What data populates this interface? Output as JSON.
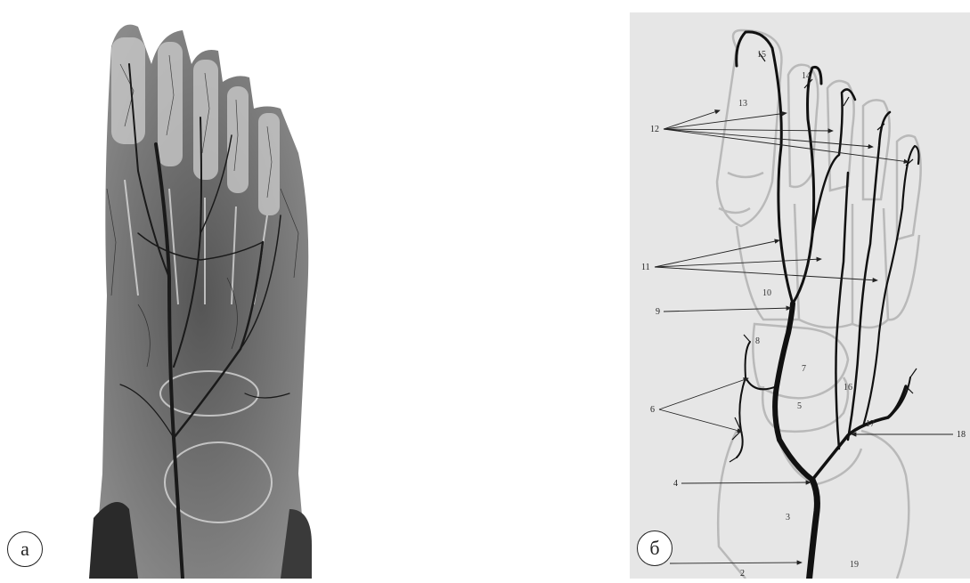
{
  "panels": [
    {
      "badge": "а"
    },
    {
      "badge": "б"
    }
  ],
  "diagram": {
    "labels": [
      "2",
      "3",
      "4",
      "5",
      "6",
      "7",
      "8",
      "9",
      "10",
      "11",
      "12",
      "13",
      "14",
      "15",
      "16",
      "17",
      "18",
      "19"
    ],
    "colors": {
      "background": "#e6e6e6",
      "vessel": "#111111",
      "bone": "#b9b9b9"
    }
  }
}
